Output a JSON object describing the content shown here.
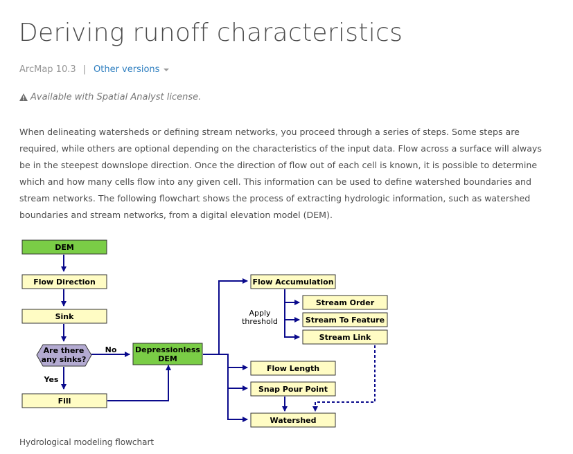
{
  "header": {
    "title": "Deriving runoff characteristics"
  },
  "version_bar": {
    "current": "ArcMap 10.3",
    "separator": "|",
    "other_versions": "Other versions"
  },
  "license": {
    "icon": "warning-icon",
    "text": "Available with Spatial Analyst license."
  },
  "intro": {
    "text": "When delineating watersheds or defining stream networks, you proceed through a series of steps. Some steps are required, while others are optional depending on the characteristics of the input data. Flow across a surface will always be in the steepest downslope direction. Once the direction of flow out of each cell is known, it is possible to determine which and how many cells flow into any given cell. This information can be used to define watershed boundaries and stream networks. The following flowchart shows the process of extracting hydrologic information, such as watershed boundaries and stream networks, from a digital elevation model (DEM)."
  },
  "flowchart": {
    "dem": "DEM",
    "flow_direction": "Flow Direction",
    "sink": "Sink",
    "sinks_line1": "Are there",
    "sinks_line2": "any sinks?",
    "no_label": "No",
    "yes_label": "Yes",
    "fill": "Fill",
    "depressionless_line1": "Depressionless",
    "depressionless_line2": "DEM",
    "flow_accumulation": "Flow Accumulation",
    "apply_line1": "Apply",
    "apply_line2": "threshold",
    "stream_order": "Stream Order",
    "stream_to_feature": "Stream To Feature",
    "stream_link": "Stream Link",
    "flow_length": "Flow Length",
    "snap_pour_point": "Snap Pour Point",
    "watershed": "Watershed",
    "colors": {
      "green": "#7acd46",
      "yellow": "#fffcc4",
      "purple": "#b3aad1",
      "arrow": "#0a0a8c"
    }
  },
  "caption": "Hydrological modeling flowchart"
}
